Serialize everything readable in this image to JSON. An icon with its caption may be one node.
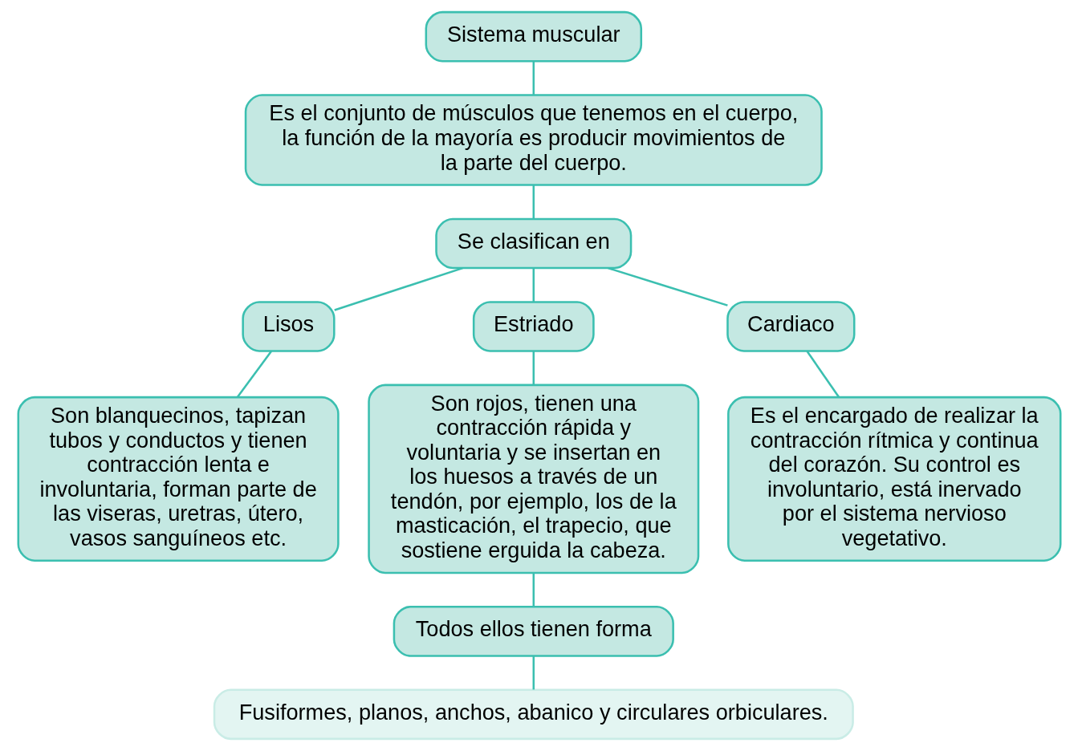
{
  "diagram": {
    "nodes": [
      {
        "text": [
          "Sistema muscular"
        ]
      },
      {
        "text": [
          "Es el conjunto de músculos que tenemos en el cuerpo, la función de la mayoría es producir movimientos de la parte del cuerpo."
        ]
      },
      {
        "text": [
          "Se clasifican en"
        ]
      },
      {
        "text": [
          "Lisos"
        ]
      },
      {
        "text": [
          "Estriado"
        ]
      },
      {
        "text": [
          "Cardiaco"
        ]
      },
      {
        "text": [
          "Son blanquecinos, tapizan tubos y conductos y tienen contracción lenta e involuntaria, forman parte de las viseras, uretras, útero, vasos sanguíneos etc."
        ]
      },
      {
        "text": [
          "Son rojos, tienen una contracción rápida y voluntaria y se insertan en los huesos a través de un tendón, por ejemplo, los de la masticación, el trapecio, que sostiene erguida la cabeza."
        ]
      },
      {
        "text": [
          "Es el encargado de realizar la contracción rítmica y continua del corazón. Su control es involuntario, está inervado por el sistema nervioso vegetativo."
        ]
      },
      {
        "text": [
          "Todos ellos tienen forma"
        ]
      },
      {
        "text": [
          "Fusiformes, planos, anchos, abanico y circulares orbiculares."
        ]
      }
    ],
    "edges": [
      {
        "from": 0,
        "to": 1,
        "arrow": "none"
      },
      {
        "from": 1,
        "to": 2,
        "arrow": "none"
      },
      {
        "from": 2,
        "to": 3,
        "arrow": "none"
      },
      {
        "from": 2,
        "to": 4,
        "arrow": "none"
      },
      {
        "from": 2,
        "to": 5,
        "arrow": "none"
      },
      {
        "from": 3,
        "to": 6,
        "arrow": "none"
      },
      {
        "from": 4,
        "to": 7,
        "arrow": "none"
      },
      {
        "from": 5,
        "to": 8,
        "arrow": "none"
      },
      {
        "from": 7,
        "to": 9,
        "arrow": "none"
      },
      {
        "from": 9,
        "to": 10,
        "arrow": "none"
      }
    ]
  }
}
